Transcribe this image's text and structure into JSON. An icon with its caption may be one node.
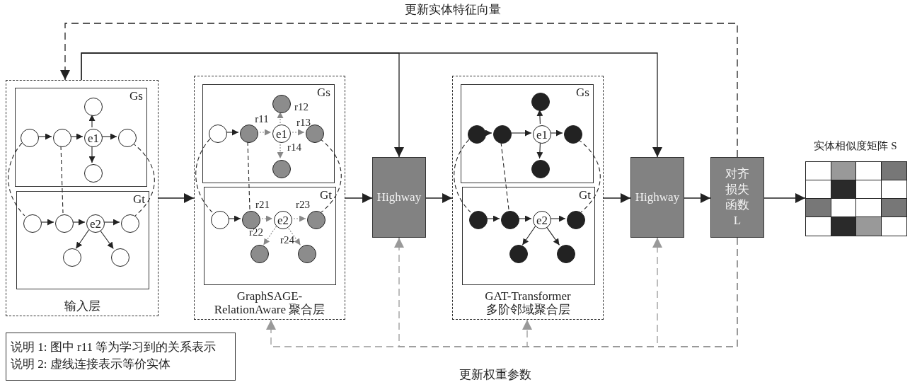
{
  "diagram": {
    "nodes": [
      {
        "text": [
          "输入层"
        ]
      },
      {
        "text": [
          "Gs"
        ],
        "in": 0
      },
      {
        "text": [],
        "shape": "circle",
        "in": 1
      },
      {
        "text": [],
        "shape": "circle",
        "in": 1
      },
      {
        "text": [],
        "shape": "circle",
        "in": 1
      },
      {
        "text": [
          "e1"
        ],
        "in": 1
      },
      {
        "text": [],
        "shape": "circle",
        "in": 1
      },
      {
        "text": [],
        "shape": "circle",
        "in": 1
      },
      {
        "text": [
          "Gt"
        ],
        "in": 0
      },
      {
        "text": [],
        "shape": "circle",
        "in": 8
      },
      {
        "text": [],
        "shape": "circle",
        "in": 8
      },
      {
        "text": [
          "e2"
        ],
        "in": 8
      },
      {
        "text": [],
        "shape": "circle",
        "in": 8
      },
      {
        "text": [],
        "shape": "circle",
        "in": 8
      },
      {
        "text": [],
        "shape": "circle",
        "in": 8
      },
      {
        "text": [
          "GraphSAGE- RelationAware 聚合层"
        ]
      },
      {
        "text": [
          "Gs"
        ],
        "in": 15
      },
      {
        "text": [],
        "shape": "circle",
        "in": 16
      },
      {
        "text": [],
        "shape": "circle",
        "in": 16
      },
      {
        "text": [],
        "shape": "circle",
        "in": 16
      },
      {
        "text": [
          "e1"
        ],
        "in": 16
      },
      {
        "text": [],
        "shape": "circle",
        "in": 16
      },
      {
        "text": [],
        "shape": "circle",
        "in": 16
      },
      {
        "text": [
          "Gt"
        ],
        "in": 15
      },
      {
        "text": [],
        "shape": "circle",
        "in": 23
      },
      {
        "text": [],
        "shape": "circle",
        "in": 23
      },
      {
        "text": [
          "e2"
        ],
        "in": 23
      },
      {
        "text": [],
        "shape": "circle",
        "in": 23
      },
      {
        "text": [],
        "shape": "circle",
        "in": 23
      },
      {
        "text": [],
        "shape": "circle",
        "in": 23
      },
      {
        "text": [
          "Highway"
        ]
      },
      {
        "text": [
          "GAT-Transformer 多阶邻域聚合层"
        ]
      },
      {
        "text": [
          "Gs"
        ],
        "in": 31
      },
      {
        "text": [],
        "shape": "circle",
        "in": 32
      },
      {
        "text": [],
        "shape": "circle",
        "in": 32
      },
      {
        "text": [],
        "shape": "circle",
        "in": 32
      },
      {
        "text": [
          "e1"
        ],
        "in": 32
      },
      {
        "text": [],
        "shape": "circle",
        "in": 32
      },
      {
        "text": [],
        "shape": "circle",
        "in": 32
      },
      {
        "text": [
          "Gt"
        ],
        "in": 31
      },
      {
        "text": [],
        "shape": "circle",
        "in": 39
      },
      {
        "text": [],
        "shape": "circle",
        "in": 39
      },
      {
        "text": [
          "e2"
        ],
        "in": 39
      },
      {
        "text": [],
        "shape": "circle",
        "in": 39
      },
      {
        "text": [],
        "shape": "circle",
        "in": 39
      },
      {
        "text": [],
        "shape": "circle",
        "in": 39
      },
      {
        "text": [
          "Highway"
        ]
      },
      {
        "text": [
          "对齐损失函数 L"
        ]
      },
      {
        "text": [
          "实体相似度矩阵 S"
        ]
      },
      {
        "text": [
          "说明 1: 图中 r11 等为学习到的关系表示",
          "说明 2: 虚线连接表示等价实体"
        ]
      }
    ],
    "edges": [
      {
        "from": 3,
        "to": 4,
        "arrow": "to"
      },
      {
        "from": 4,
        "to": 5,
        "arrow": "to"
      },
      {
        "from": 5,
        "to": 6,
        "arrow": "to"
      },
      {
        "from": 5,
        "to": 2,
        "arrow": "to"
      },
      {
        "from": 5,
        "to": 7,
        "arrow": "to"
      },
      {
        "from": 9,
        "to": 10,
        "arrow": "to"
      },
      {
        "from": 10,
        "to": 11,
        "arrow": "to"
      },
      {
        "from": 11,
        "to": 12,
        "arrow": "to"
      },
      {
        "from": 11,
        "to": 13,
        "arrow": "to"
      },
      {
        "from": 11,
        "to": 14,
        "arrow": "to"
      },
      {
        "from": 3,
        "to": 9,
        "arrow": "none",
        "style": "dashed"
      },
      {
        "from": 4,
        "to": 10,
        "arrow": "none",
        "style": "dashed"
      },
      {
        "from": 6,
        "to": 12,
        "arrow": "none",
        "style": "dashed"
      },
      {
        "from": 18,
        "to": 19,
        "arrow": "to"
      },
      {
        "from": 19,
        "to": 20,
        "arrow": "to",
        "label": "r11",
        "style": "dashed",
        "color": "#888888"
      },
      {
        "from": 20,
        "to": 17,
        "arrow": "to",
        "label": "r12",
        "style": "dashed",
        "color": "#888888"
      },
      {
        "from": 20,
        "to": 21,
        "arrow": "to",
        "label": "r13",
        "style": "dashed",
        "color": "#888888"
      },
      {
        "from": 20,
        "to": 22,
        "arrow": "to",
        "label": "r14",
        "style": "dashed",
        "color": "#888888"
      },
      {
        "from": 24,
        "to": 25,
        "arrow": "to"
      },
      {
        "from": 25,
        "to": 26,
        "arrow": "to",
        "label": "r21",
        "style": "dashed",
        "color": "#888888"
      },
      {
        "from": 26,
        "to": 28,
        "arrow": "to",
        "label": "r22",
        "style": "dashed",
        "color": "#888888"
      },
      {
        "from": 26,
        "to": 27,
        "arrow": "to",
        "label": "r23",
        "style": "dashed",
        "color": "#888888"
      },
      {
        "from": 26,
        "to": 29,
        "arrow": "to",
        "label": "r24",
        "style": "dashed",
        "color": "#888888"
      },
      {
        "from": 18,
        "to": 24,
        "arrow": "none",
        "style": "dashed"
      },
      {
        "from": 19,
        "to": 25,
        "arrow": "none",
        "style": "dashed"
      },
      {
        "from": 21,
        "to": 27,
        "arrow": "none",
        "style": "dashed"
      },
      {
        "from": 34,
        "to": 35,
        "arrow": "to"
      },
      {
        "from": 35,
        "to": 36,
        "arrow": "to"
      },
      {
        "from": 36,
        "to": 37,
        "arrow": "to"
      },
      {
        "from": 36,
        "to": 33,
        "arrow": "to"
      },
      {
        "from": 36,
        "to": 38,
        "arrow": "to"
      },
      {
        "from": 40,
        "to": 41,
        "arrow": "to"
      },
      {
        "from": 41,
        "to": 42,
        "arrow": "to"
      },
      {
        "from": 42,
        "to": 43,
        "arrow": "to"
      },
      {
        "from": 42,
        "to": 44,
        "arrow": "to"
      },
      {
        "from": 42,
        "to": 45,
        "arrow": "to"
      },
      {
        "from": 34,
        "to": 40,
        "arrow": "none",
        "style": "dashed"
      },
      {
        "from": 35,
        "to": 41,
        "arrow": "none",
        "style": "dashed"
      },
      {
        "from": 37,
        "to": 43,
        "arrow": "none",
        "style": "dashed"
      },
      {
        "from": 0,
        "to": 15,
        "arrow": "to"
      },
      {
        "from": 15,
        "to": 30,
        "arrow": "to"
      },
      {
        "from": 30,
        "to": 31,
        "arrow": "to"
      },
      {
        "from": 31,
        "to": 46,
        "arrow": "to"
      },
      {
        "from": 46,
        "to": 47,
        "arrow": "to"
      },
      {
        "from": 47,
        "to": 48,
        "arrow": "to"
      },
      {
        "from": 0,
        "to": 30,
        "arrow": "to"
      },
      {
        "from": 0,
        "to": 46,
        "arrow": "to"
      },
      {
        "from": 47,
        "to": 0,
        "arrow": "to",
        "label": "更新实体特征向量",
        "style": "dashed"
      },
      {
        "from": 47,
        "to": 15,
        "arrow": "to",
        "label": "更新权重参数",
        "style": "dashed",
        "color": "#999999"
      },
      {
        "from": 47,
        "to": 30,
        "arrow": "to",
        "style": "dashed",
        "color": "#999999"
      },
      {
        "from": 47,
        "to": 31,
        "arrow": "to",
        "style": "dashed",
        "color": "#999999"
      },
      {
        "from": 47,
        "to": 46,
        "arrow": "to",
        "style": "dashed",
        "color": "#999999"
      }
    ]
  }
}
